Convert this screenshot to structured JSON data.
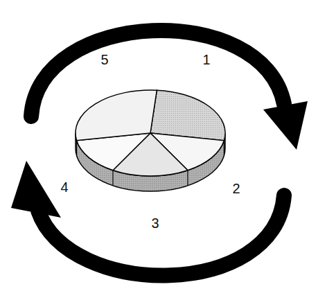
{
  "diagram": {
    "labels": [
      "5",
      "1",
      "4",
      "2",
      "3"
    ]
  }
}
